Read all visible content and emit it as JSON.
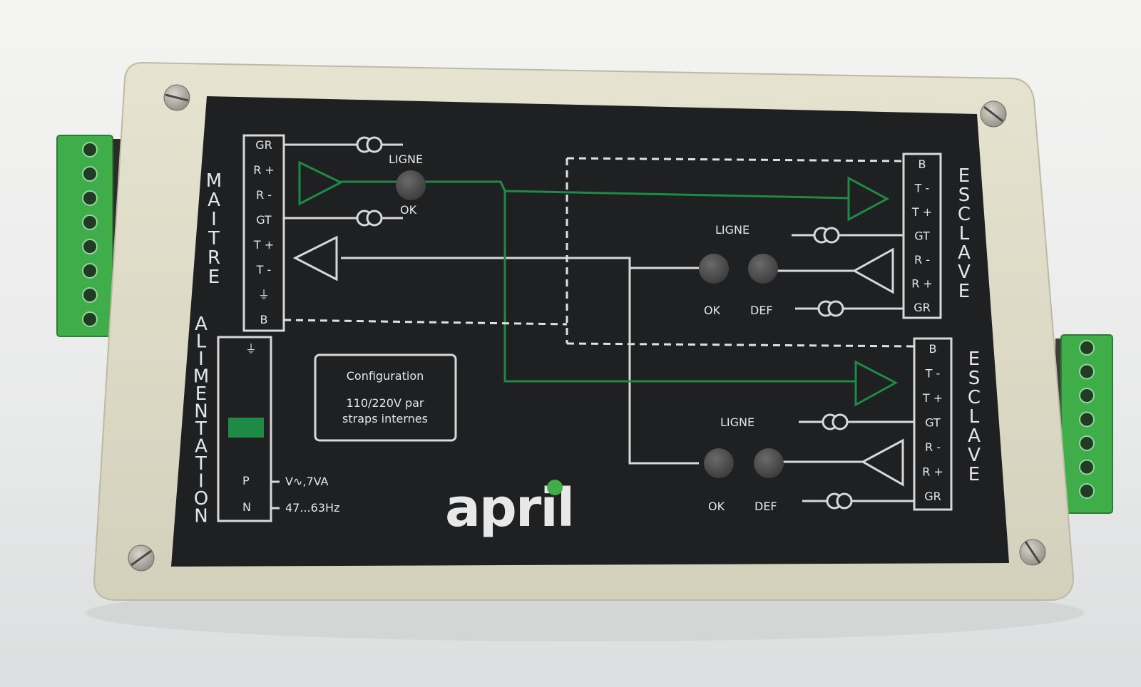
{
  "colors": {
    "panel": "#1f2021",
    "housing": "#dfdcc8",
    "trace_white": "#d8d8d8",
    "trace_green": "#1f8a45",
    "terminal_green": "#3fae4a",
    "led": "#555555"
  },
  "master": {
    "title": "MAITRE",
    "terminals": [
      "GR",
      "R +",
      "R -",
      "GT",
      "T +",
      "T -",
      "⏚",
      "B"
    ],
    "led_label_top": "LIGNE",
    "led_label_bottom": "OK"
  },
  "power": {
    "title": "ALIMENTATION",
    "ground_symbol": "⏚",
    "terminal_p": "P",
    "terminal_n": "N",
    "spec_voltage": "V∿,7VA",
    "spec_freq": "47...63Hz"
  },
  "config": {
    "title": "Configuration",
    "line1": "110/220V par",
    "line2": "straps internes"
  },
  "slave1": {
    "title": "ESCLAVE",
    "terminals": [
      "B",
      "T -",
      "T +",
      "GT",
      "R -",
      "R +",
      "GR"
    ],
    "led_label": "LIGNE",
    "led_ok": "OK",
    "led_def": "DEF"
  },
  "slave2": {
    "title": "ESCLAVE",
    "terminals": [
      "B",
      "T -",
      "T +",
      "GT",
      "R -",
      "R +",
      "GR"
    ],
    "led_label": "LIGNE",
    "led_ok": "OK",
    "led_def": "DEF"
  },
  "brand": {
    "logo_text": "april"
  },
  "icons": {
    "screw": "slotted-screw-icon",
    "optocoupler": "optocoupler-icon",
    "amplifier": "triangle-amplifier-icon",
    "ground": "ground-icon"
  }
}
